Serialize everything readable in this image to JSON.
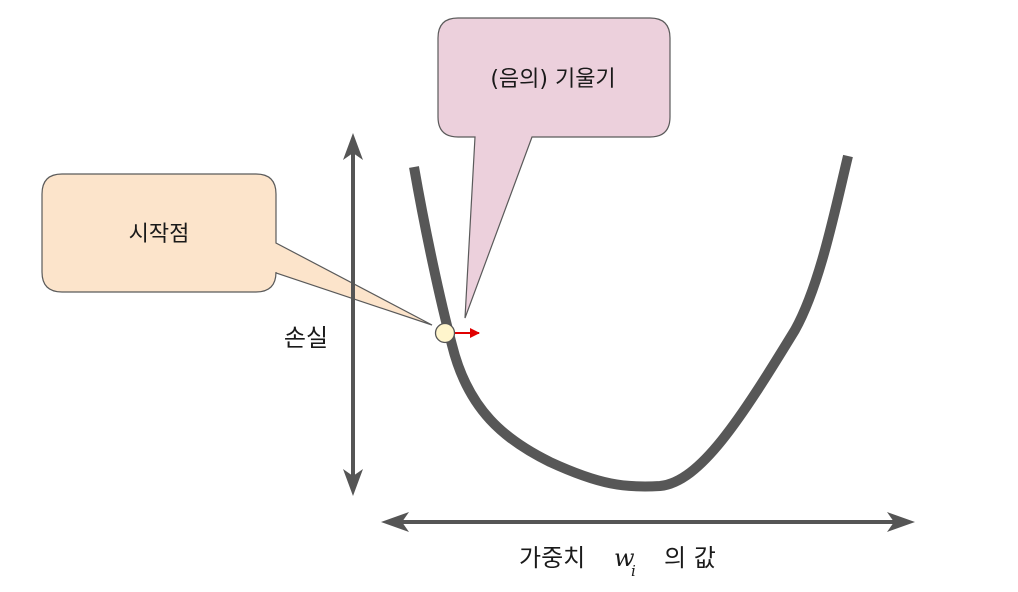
{
  "callouts": {
    "start_point": {
      "label": "시작점"
    },
    "gradient": {
      "label": "(음의) 기울기"
    }
  },
  "axes": {
    "y_label": "손실",
    "x_label_prefix": "가중치",
    "x_label_var": "w",
    "x_label_sub": "i",
    "x_label_suffix": "의 값"
  },
  "colors": {
    "curve": "#575757",
    "axis": "#555555",
    "start_callout_fill": "#fce4cb",
    "gradient_callout_fill": "#ecd0dc",
    "callout_stroke": "#5a5a5a",
    "start_point_fill": "#fff5cc",
    "gradient_arrow": "#e00000"
  }
}
